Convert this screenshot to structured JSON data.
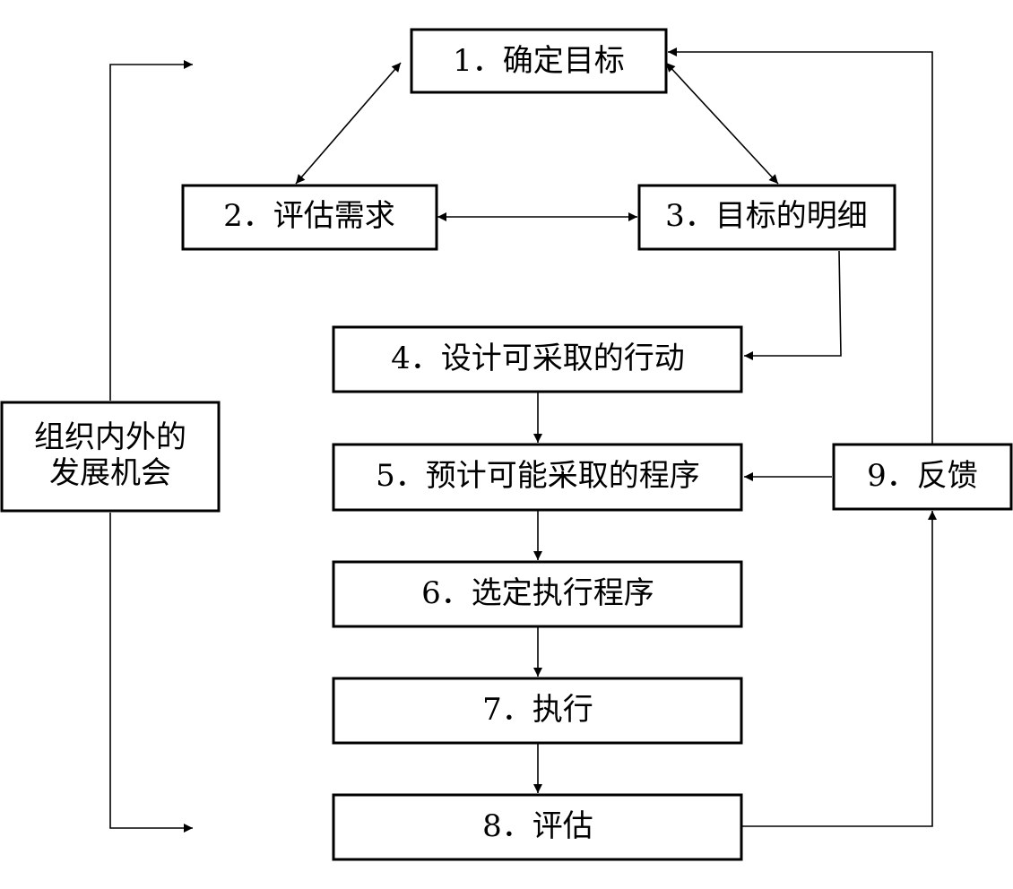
{
  "nodes": {
    "n1": "1．确定目标",
    "n2": "2．评估需求",
    "n3": "3．目标的明细",
    "n4": "4．设计可采取的行动",
    "n5": "5．预计可能采取的程序",
    "n6": "6．选定执行程序",
    "n7": "7．执行",
    "n8": "8．评估",
    "n9": "9．反馈",
    "external_line1": "组织内外的",
    "external_line2": "发展机会"
  }
}
